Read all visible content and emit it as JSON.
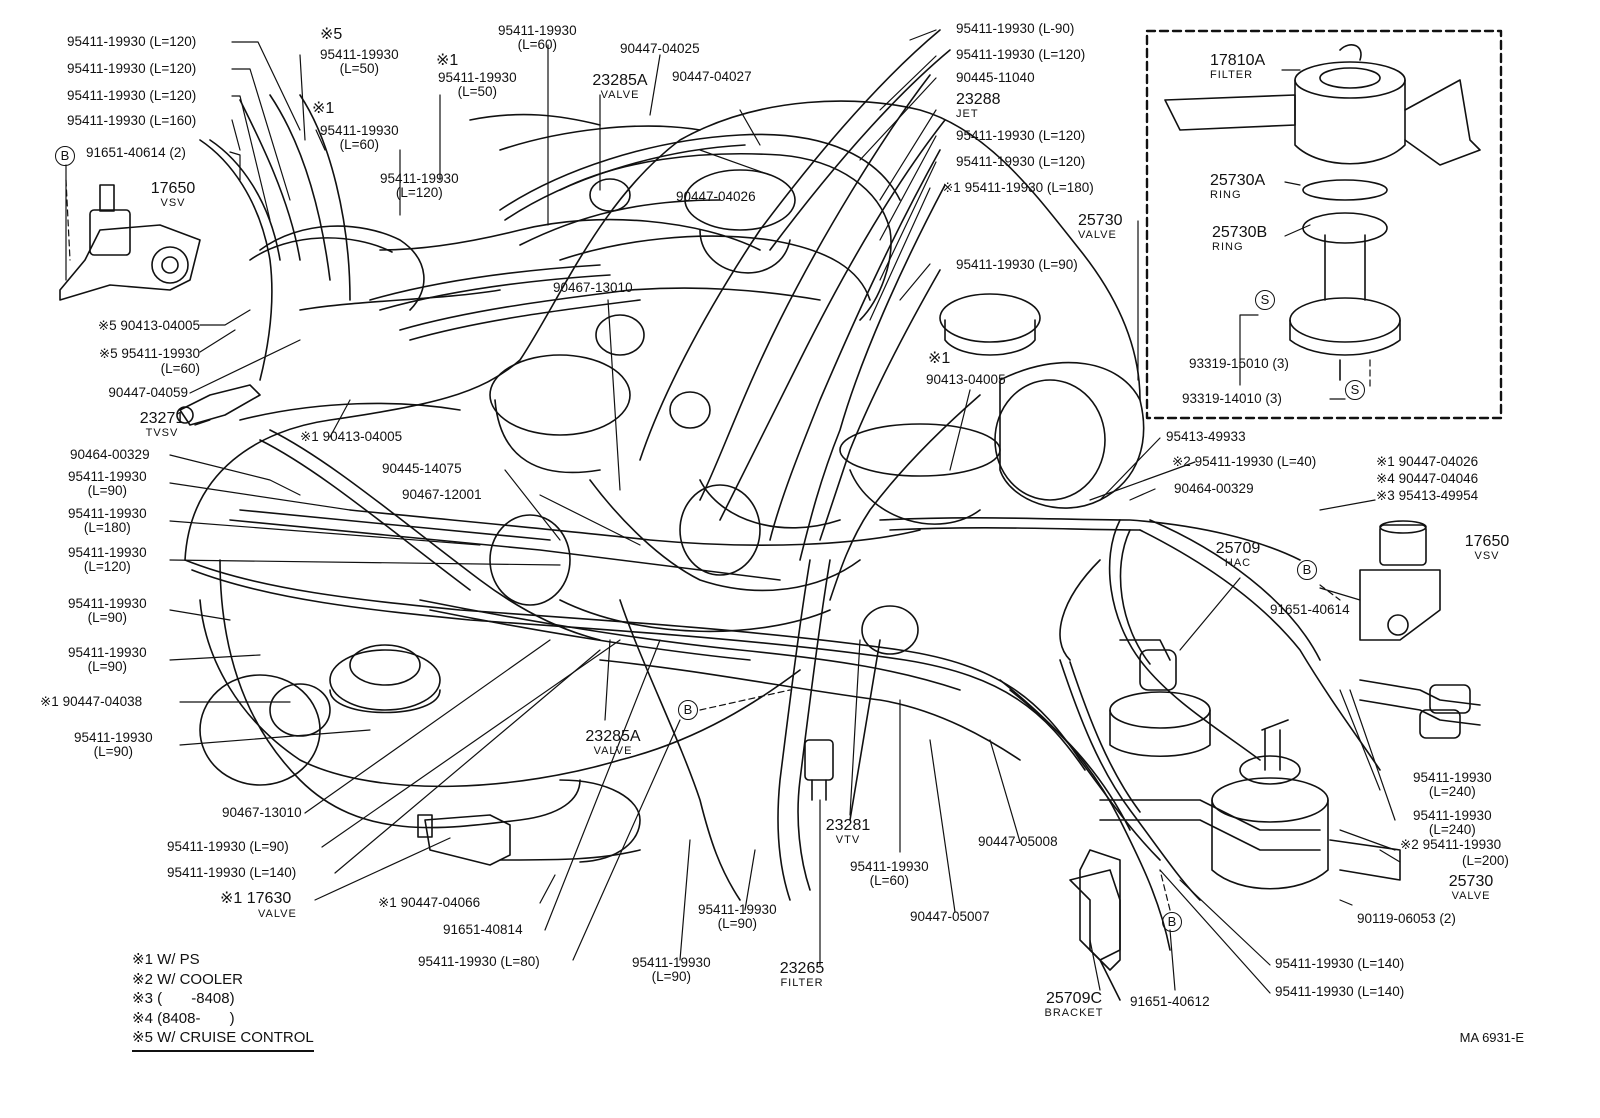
{
  "labels": {
    "l01": "95411-19930 (L=120)",
    "l02": "95411-19930 (L=120)",
    "l03": "95411-19930 (L=120)",
    "l04": "95411-19930 (L=160)",
    "l05": "91651-40614 (2)",
    "l06": "17650",
    "l06s": "VSV",
    "l07": "※5",
    "l08": "95411-19930",
    "l08b": "(L=50)",
    "l09": "※1",
    "l10": "95411-19930",
    "l10b": "(L=60)",
    "l11": "95411-19930",
    "l11b": "(L=120)",
    "l12": "※1",
    "l13": "95411-19930",
    "l13b": "(L=50)",
    "l14": "95411-19930",
    "l14b": "(L=60)",
    "l15": "90447-04025",
    "l16": "23285A",
    "l16s": "VALVE",
    "l17": "90447-04027",
    "l18": "90447-04026",
    "l19": "※5 90413-04005",
    "l20": "※5 95411-19930",
    "l20b": "(L=60)",
    "l21": "90447-04059",
    "l22": "23271",
    "l22s": "TVSV",
    "l23": "※1 90413-04005",
    "l24": "90464-00329",
    "l25": "95411-19930",
    "l25b": "(L=90)",
    "l26": "95411-19930",
    "l26b": "(L=180)",
    "l27": "95411-19930",
    "l27b": "(L=120)",
    "l28": "95411-19930",
    "l28b": "(L=90)",
    "l29": "95411-19930",
    "l29b": "(L=90)",
    "l30": "※1 90447-04038",
    "l31": "95411-19930",
    "l31b": "(L=90)",
    "l32": "90467-13010",
    "l33": "95411-19930 (L=90)",
    "l34": "95411-19930 (L=140)",
    "l35": "※1 17630",
    "l35s": "VALVE",
    "l36": "※1 90447-04066",
    "l37": "91651-40814",
    "l38": "95411-19930 (L=80)",
    "l39": "95411-19930",
    "l39b": "(L=90)",
    "l40": "95411-19930",
    "l40b": "(L=90)",
    "l41": "23265",
    "l41s": "FILTER",
    "l42": "23281",
    "l42s": "VTV",
    "l43": "95411-19930",
    "l43b": "(L=60)",
    "l44": "90447-05007",
    "l45": "90447-05008",
    "l46": "23285A",
    "l46s": "VALVE",
    "l47": "90445-14075",
    "l48": "90467-12001",
    "l49": "90467-13010",
    "l50": "95411-19930 (L-90)",
    "l51": "95411-19930 (L=120)",
    "l52": "90445-11040",
    "l53": "23288",
    "l53s": "JET",
    "l54": "95411-19930 (L=120)",
    "l55": "95411-19930 (L=120)",
    "l56": "※1 95411-19930 (L=180)",
    "l57": "95411-19930 (L=90)",
    "l58": "※1",
    "l59": "90413-04005",
    "l60": "17810A",
    "l60s": "FILTER",
    "l61": "25730A",
    "l61s": "RING",
    "l62": "25730",
    "l62s": "VALVE",
    "l63": "25730B",
    "l63s": "RING",
    "l64": "93319-15010 (3)",
    "l65": "93319-14010 (3)",
    "l66": "95413-49933",
    "l67": "※2  95411-19930 (L=40)",
    "l68": "90464-00329",
    "l69": "※1 90447-04026",
    "l70": "※4 90447-04046",
    "l71": "※3 95413-49954",
    "l72": "17650",
    "l72s": "VSV",
    "l73": "25709",
    "l73s": "HAC",
    "l74": "91651-40614",
    "l75": "95411-19930",
    "l75b": "(L=240)",
    "l76": "95411-19930",
    "l76b": "(L=240)",
    "l77": "※2 95411-19930",
    "l77b": "(L=200)",
    "l78": "25730",
    "l78s": "VALVE",
    "l79": "90119-06053 (2)",
    "l80": "95411-19930 (L=140)",
    "l81": "95411-19930 (L=140)",
    "l82": "25709C",
    "l82s": "BRACKET",
    "l83": "91651-40612"
  },
  "markers": {
    "b": "B",
    "s": "S"
  },
  "legend": {
    "n1": "※1 W/ PS",
    "n2": "※2 W/ COOLER",
    "n3": "※3 (       -8408)",
    "n4": "※4 (8408-       )",
    "n5": "※5 W/ CRUISE CONTROL"
  },
  "code": "MA  6931-E"
}
